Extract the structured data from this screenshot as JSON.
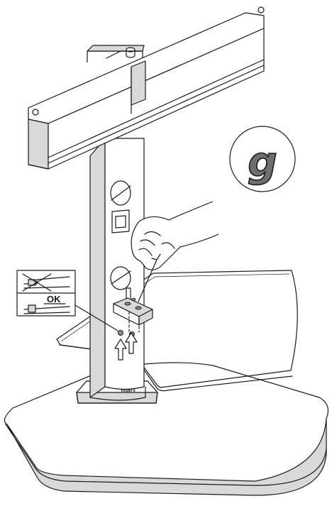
{
  "figure": {
    "step_label": "g",
    "ok_label": "OK",
    "brand_mark": "Vogel's",
    "colors": {
      "line": "#1a1a1a",
      "fill": "#ffffff",
      "shade": "#d9d9d9",
      "step_letter": "#6e6e6e"
    },
    "icons": [
      "wrong-cross-icon",
      "up-arrow-icon",
      "hex-key-icon",
      "hand-icon"
    ]
  }
}
